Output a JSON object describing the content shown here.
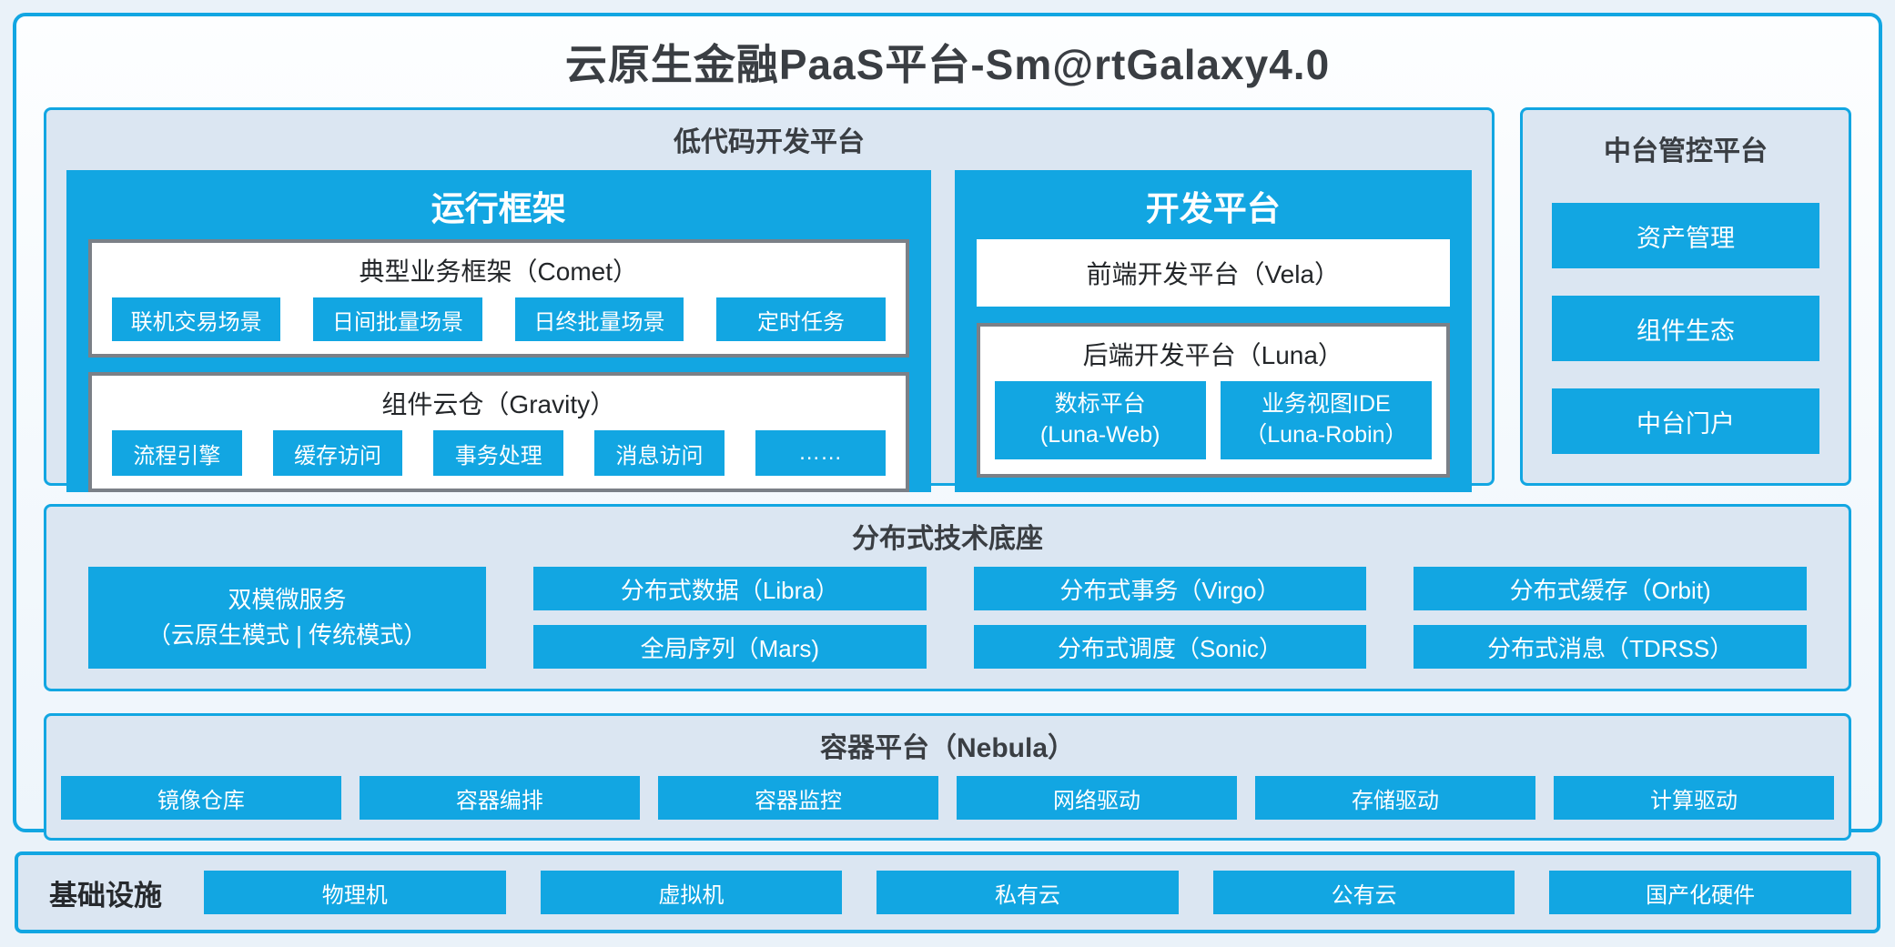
{
  "page_title": "云原生金融PaaS平台-Sm@rtGalaxy4.0",
  "colors": {
    "accent_blue": "#12a6e2",
    "panel_bg": "#dbe6f2",
    "dark_text": "#3a3e43",
    "gray_box_border": "#7b8087",
    "white": "#ffffff"
  },
  "low_code": {
    "label": "低代码开发平台",
    "runtime_framework": {
      "title": "运行框架",
      "comet": {
        "title": "典型业务框架（Comet）",
        "items": [
          "联机交易场景",
          "日间批量场景",
          "日终批量场景",
          "定时任务"
        ]
      },
      "gravity": {
        "title": "组件云仓（Gravity）",
        "items": [
          "流程引擎",
          "缓存访问",
          "事务处理",
          "消息访问",
          "……"
        ]
      }
    },
    "dev_platform": {
      "title": "开发平台",
      "vela": "前端开发平台（Vela）",
      "luna": {
        "title": "后端开发平台（Luna）",
        "items": [
          {
            "line1": "数标平台",
            "line2": "(Luna-Web)"
          },
          {
            "line1": "业务视图IDE",
            "line2": "（Luna-Robin）"
          }
        ]
      }
    }
  },
  "mid_platform": {
    "title": "中台管控平台",
    "items": [
      "资产管理",
      "组件生态",
      "中台门户"
    ]
  },
  "distributed_base": {
    "title": "分布式技术底座",
    "dual_mode": {
      "line1": "双模微服务",
      "line2": "（云原生模式 | 传统模式）"
    },
    "row1": [
      "分布式数据（Libra）",
      "分布式事务（Virgo）",
      "分布式缓存（Orbit)"
    ],
    "row2": [
      "全局序列（Mars)",
      "分布式调度（Sonic）",
      "分布式消息（TDRSS）"
    ]
  },
  "container_platform": {
    "title": "容器平台（Nebula）",
    "items": [
      "镜像仓库",
      "容器编排",
      "容器监控",
      "网络驱动",
      "存储驱动",
      "计算驱动"
    ]
  },
  "infrastructure": {
    "label": "基础设施",
    "items": [
      "物理机",
      "虚拟机",
      "私有云",
      "公有云",
      "国产化硬件"
    ]
  }
}
